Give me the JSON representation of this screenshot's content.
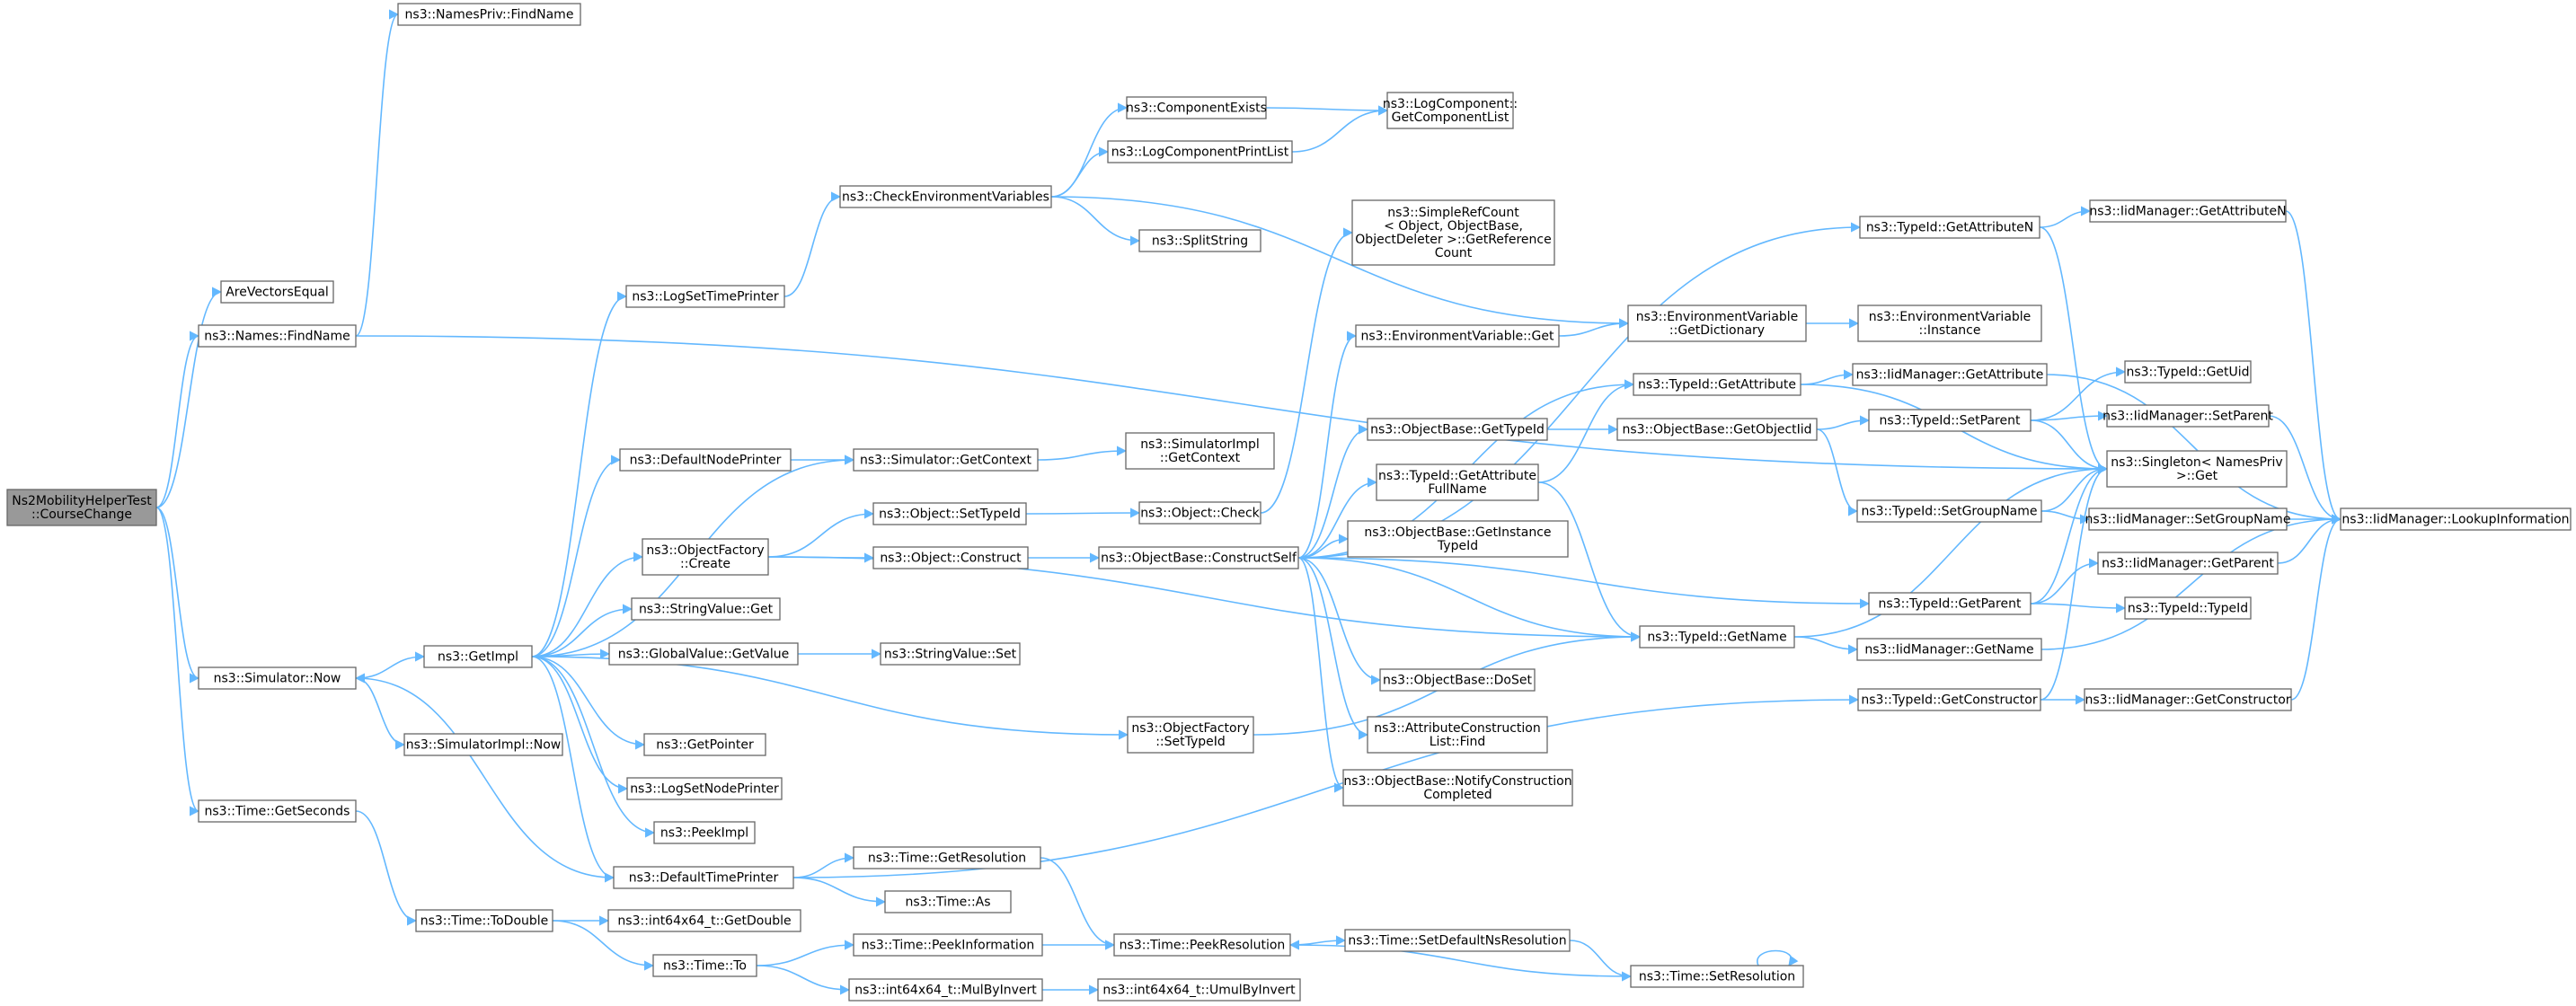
{
  "diagram": {
    "type": "call-graph",
    "colors": {
      "node_fill": "#ffffff",
      "node_stroke": "#666666",
      "root_fill": "#999999",
      "edge": "#63b8ff"
    },
    "nodes": [
      {
        "id": "root",
        "lines": [
          "Ns2MobilityHelperTest",
          "::CourseChange"
        ]
      },
      {
        "id": "areVec",
        "lines": [
          "AreVectorsEqual"
        ]
      },
      {
        "id": "namesFind",
        "lines": [
          "ns3::Names::FindName"
        ]
      },
      {
        "id": "simNow",
        "lines": [
          "ns3::Simulator::Now"
        ]
      },
      {
        "id": "timeGetSec",
        "lines": [
          "ns3::Time::GetSeconds"
        ]
      },
      {
        "id": "namesPrivFind",
        "lines": [
          "ns3::NamesPriv::FindName"
        ]
      },
      {
        "id": "getImpl",
        "lines": [
          "ns3::GetImpl"
        ]
      },
      {
        "id": "simImplNow",
        "lines": [
          "ns3::SimulatorImpl::Now"
        ]
      },
      {
        "id": "timeToDouble",
        "lines": [
          "ns3::Time::ToDouble"
        ]
      },
      {
        "id": "logSetTime",
        "lines": [
          "ns3::LogSetTimePrinter"
        ]
      },
      {
        "id": "defNodePr",
        "lines": [
          "ns3::DefaultNodePrinter"
        ]
      },
      {
        "id": "objFactCreate",
        "lines": [
          "ns3::ObjectFactory",
          "::Create"
        ]
      },
      {
        "id": "strValGet",
        "lines": [
          "ns3::StringValue::Get"
        ]
      },
      {
        "id": "globValGet",
        "lines": [
          "ns3::GlobalValue::GetValue"
        ]
      },
      {
        "id": "getPointer",
        "lines": [
          "ns3::GetPointer"
        ]
      },
      {
        "id": "logSetNode",
        "lines": [
          "ns3::LogSetNodePrinter"
        ]
      },
      {
        "id": "peekImpl",
        "lines": [
          "ns3::PeekImpl"
        ]
      },
      {
        "id": "defTimePr",
        "lines": [
          "ns3::DefaultTimePrinter"
        ]
      },
      {
        "id": "int64GetDouble",
        "lines": [
          "ns3::int64x64_t::GetDouble"
        ]
      },
      {
        "id": "timeTo",
        "lines": [
          "ns3::Time::To"
        ]
      },
      {
        "id": "checkEnv",
        "lines": [
          "ns3::CheckEnvironmentVariables"
        ]
      },
      {
        "id": "simGetCtx",
        "lines": [
          "ns3::Simulator::GetContext"
        ]
      },
      {
        "id": "objSetTid",
        "lines": [
          "ns3::Object::SetTypeId"
        ]
      },
      {
        "id": "objConstruct",
        "lines": [
          "ns3::Object::Construct"
        ]
      },
      {
        "id": "strValSet",
        "lines": [
          "ns3::StringValue::Set"
        ]
      },
      {
        "id": "objFactSetTid",
        "lines": [
          "ns3::ObjectFactory",
          "::SetTypeId"
        ]
      },
      {
        "id": "timeGetRes",
        "lines": [
          "ns3::Time::GetResolution"
        ]
      },
      {
        "id": "timeAs",
        "lines": [
          "ns3::Time::As"
        ]
      },
      {
        "id": "timePeekInfo",
        "lines": [
          "ns3::Time::PeekInformation"
        ]
      },
      {
        "id": "mulByInv",
        "lines": [
          "ns3::int64x64_t::MulByInvert"
        ]
      },
      {
        "id": "compExists",
        "lines": [
          "ns3::ComponentExists"
        ]
      },
      {
        "id": "logCompPrint",
        "lines": [
          "ns3::LogComponentPrintList"
        ]
      },
      {
        "id": "splitString",
        "lines": [
          "ns3::SplitString"
        ]
      },
      {
        "id": "simImplGetCtx",
        "lines": [
          "ns3::SimulatorImpl",
          "::GetContext"
        ]
      },
      {
        "id": "objCheck",
        "lines": [
          "ns3::Object::Check"
        ]
      },
      {
        "id": "objBaseCS",
        "lines": [
          "ns3::ObjectBase::ConstructSelf"
        ]
      },
      {
        "id": "timePeekRes",
        "lines": [
          "ns3::Time::PeekResolution"
        ]
      },
      {
        "id": "umulByInv",
        "lines": [
          "ns3::int64x64_t::UmulByInvert"
        ]
      },
      {
        "id": "logCompGetList",
        "lines": [
          "ns3::LogComponent::",
          "GetComponentList"
        ]
      },
      {
        "id": "simpleRef",
        "lines": [
          "ns3::SimpleRefCount",
          "< Object, ObjectBase,",
          "ObjectDeleter >::GetReference",
          "Count"
        ]
      },
      {
        "id": "envVarGet",
        "lines": [
          "ns3::EnvironmentVariable::Get"
        ]
      },
      {
        "id": "objBaseGetTid",
        "lines": [
          "ns3::ObjectBase::GetTypeId"
        ]
      },
      {
        "id": "tidGetAttrFull",
        "lines": [
          "ns3::TypeId::GetAttribute",
          "FullName"
        ]
      },
      {
        "id": "objBaseGetInst",
        "lines": [
          "ns3::ObjectBase::GetInstance",
          "TypeId"
        ]
      },
      {
        "id": "objBaseDoSet",
        "lines": [
          "ns3::ObjectBase::DoSet"
        ]
      },
      {
        "id": "attrConsFind",
        "lines": [
          "ns3::AttributeConstruction",
          "List::Find"
        ]
      },
      {
        "id": "objBaseNotify",
        "lines": [
          "ns3::ObjectBase::NotifyConstruction",
          "Completed"
        ]
      },
      {
        "id": "timeSetDefNs",
        "lines": [
          "ns3::Time::SetDefaultNsResolution"
        ]
      },
      {
        "id": "envVarGetDict",
        "lines": [
          "ns3::EnvironmentVariable",
          "::GetDictionary"
        ]
      },
      {
        "id": "tidGetAttr",
        "lines": [
          "ns3::TypeId::GetAttribute"
        ]
      },
      {
        "id": "objBaseGetOTid",
        "lines": [
          "ns3::ObjectBase::GetObjectIid"
        ]
      },
      {
        "id": "tidGetName",
        "lines": [
          "ns3::TypeId::GetName"
        ]
      },
      {
        "id": "timeSetRes",
        "lines": [
          "ns3::Time::SetResolution"
        ]
      },
      {
        "id": "tidGetAttrN",
        "lines": [
          "ns3::TypeId::GetAttributeN"
        ]
      },
      {
        "id": "envVarInst",
        "lines": [
          "ns3::EnvironmentVariable",
          "::Instance"
        ]
      },
      {
        "id": "iidGetAttr",
        "lines": [
          "ns3::IidManager::GetAttribute"
        ]
      },
      {
        "id": "tidSetParent",
        "lines": [
          "ns3::TypeId::SetParent"
        ]
      },
      {
        "id": "tidSetGroup",
        "lines": [
          "ns3::TypeId::SetGroupName"
        ]
      },
      {
        "id": "tidGetParent",
        "lines": [
          "ns3::TypeId::GetParent"
        ]
      },
      {
        "id": "iidGetName",
        "lines": [
          "ns3::IidManager::GetName"
        ]
      },
      {
        "id": "tidGetCons",
        "lines": [
          "ns3::TypeId::GetConstructor"
        ]
      },
      {
        "id": "iidGetAttrN",
        "lines": [
          "ns3::IidManager::GetAttributeN"
        ]
      },
      {
        "id": "tidGetUid",
        "lines": [
          "ns3::TypeId::GetUid"
        ]
      },
      {
        "id": "iidSetParent",
        "lines": [
          "ns3::IidManager::SetParent"
        ]
      },
      {
        "id": "singletonGet",
        "lines": [
          "ns3::Singleton< NamesPriv",
          ">::Get"
        ]
      },
      {
        "id": "iidSetGroup",
        "lines": [
          "ns3::IidManager::SetGroupName"
        ]
      },
      {
        "id": "iidGetParent",
        "lines": [
          "ns3::IidManager::GetParent"
        ]
      },
      {
        "id": "tidTypeId",
        "lines": [
          "ns3::TypeId::TypeId"
        ]
      },
      {
        "id": "iidGetCons",
        "lines": [
          "ns3::IidManager::GetConstructor"
        ]
      },
      {
        "id": "iidLookup",
        "lines": [
          "ns3::IidManager::LookupInformation"
        ]
      }
    ]
  }
}
